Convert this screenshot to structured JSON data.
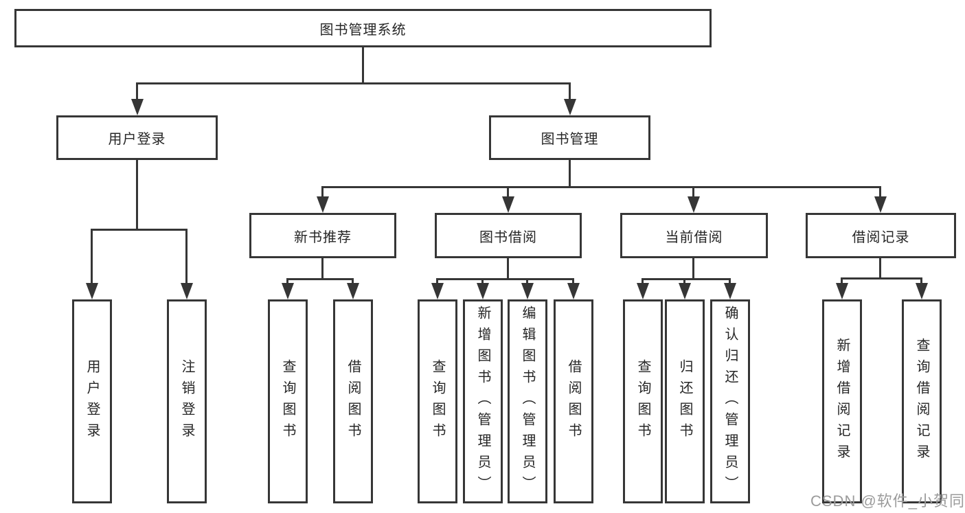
{
  "diagram": {
    "root": {
      "label": "图书管理系统"
    },
    "level2": [
      {
        "label": "用户登录"
      },
      {
        "label": "图书管理"
      }
    ],
    "level3": [
      {
        "label": "新书推荐"
      },
      {
        "label": "图书借阅"
      },
      {
        "label": "当前借阅"
      },
      {
        "label": "借阅记录"
      }
    ],
    "leaves": {
      "user_login": [
        {
          "label": "用户登录"
        },
        {
          "label": "注销登录"
        }
      ],
      "new_book": [
        {
          "label": "查询图书"
        },
        {
          "label": "借阅图书"
        }
      ],
      "book_borrow": [
        {
          "label": "查询图书"
        },
        {
          "label": "新增图书（管理员）"
        },
        {
          "label": "编辑图书（管理员）"
        },
        {
          "label": "借阅图书"
        }
      ],
      "current_borrow": [
        {
          "label": "查询图书"
        },
        {
          "label": "归还图书"
        },
        {
          "label": "确认归还（管理员）"
        }
      ],
      "borrow_record": [
        {
          "label": "新增借阅记录"
        },
        {
          "label": "查询借阅记录"
        }
      ]
    }
  },
  "watermark": {
    "text": "CSDN @软件_小贺同学"
  },
  "colors": {
    "line": "#363636",
    "text": "#262626",
    "background": "#ffffff",
    "watermark_text": "#9b9b9b"
  }
}
